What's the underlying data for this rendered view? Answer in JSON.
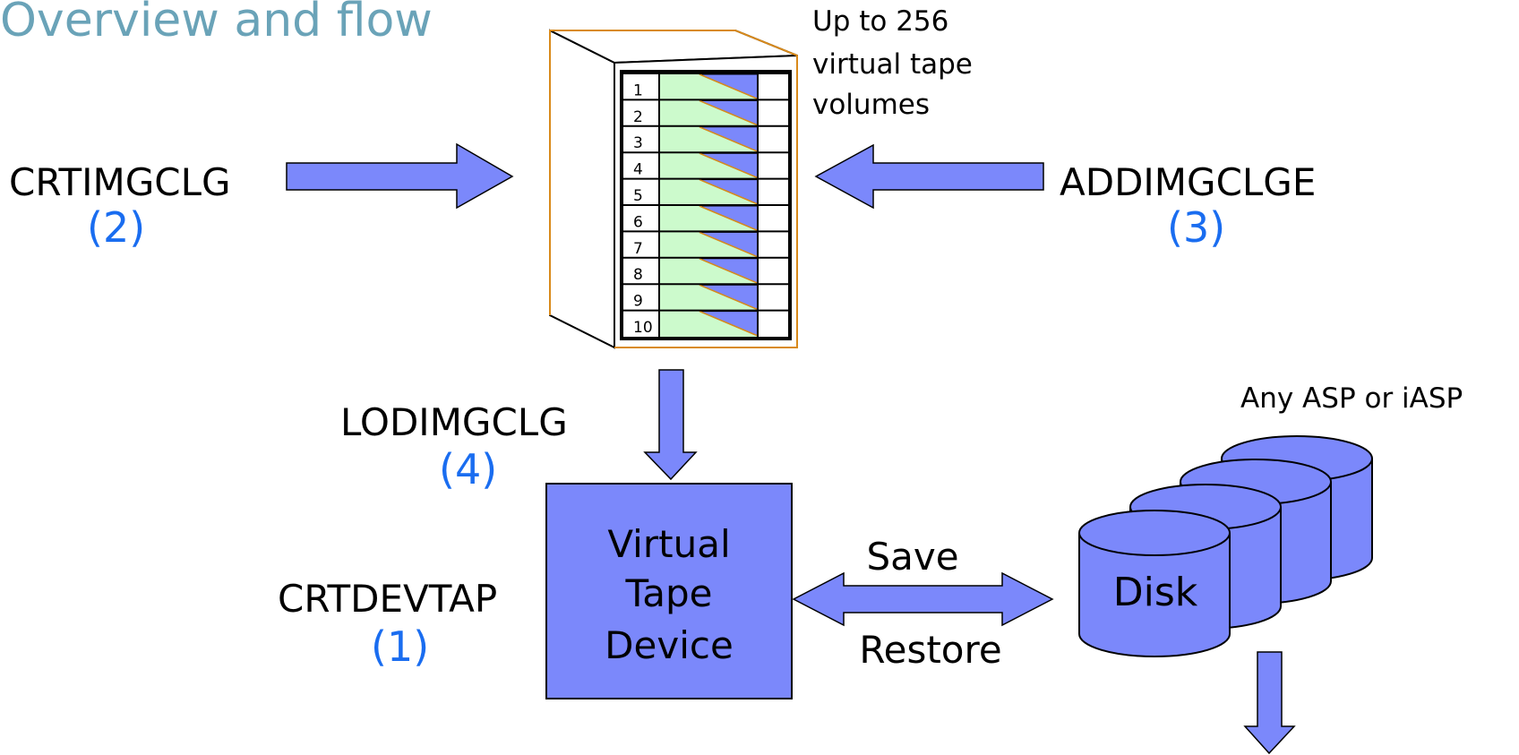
{
  "title": "Overview and flow",
  "catalog_caption": [
    "Up to 256",
    "virtual tape",
    "volumes"
  ],
  "steps": {
    "crtimgclg": {
      "command": "CRTIMGCLG",
      "number": "(2)"
    },
    "addimgclge": {
      "command": "ADDIMGCLGE",
      "number": "(3)"
    },
    "lodimgclg": {
      "command": "LODIMGCLG",
      "number": "(4)"
    },
    "crtdevtap": {
      "command": "CRTDEVTAP",
      "number": "(1)"
    }
  },
  "device": {
    "lines": [
      "Virtual",
      "Tape",
      "Device"
    ]
  },
  "transfer": {
    "save": "Save",
    "restore": "Restore"
  },
  "disk": {
    "label": "Disk",
    "caption": "Any ASP or iASP"
  },
  "volumes": [
    "1",
    "2",
    "3",
    "4",
    "5",
    "6",
    "7",
    "8",
    "9",
    "10"
  ],
  "colors": {
    "shape_fill": "#7b88fb",
    "volume_fill": "#ccfacc",
    "step_number": "#1a6df0",
    "title": "#6aa3b8"
  }
}
